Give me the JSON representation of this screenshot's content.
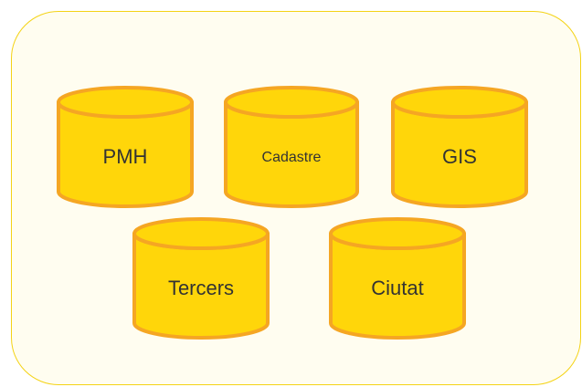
{
  "colors": {
    "panel_background": "#fffdf0",
    "panel_border": "#f4d316",
    "cylinder_fill": "#ffd60a",
    "cylinder_stroke": "#f5a623",
    "label_text": "#333333"
  },
  "databases": [
    {
      "id": "pmh",
      "label": "PMH"
    },
    {
      "id": "cadastre",
      "label": "Cadastre"
    },
    {
      "id": "gis",
      "label": "GIS"
    },
    {
      "id": "tercers",
      "label": "Tercers"
    },
    {
      "id": "ciutat",
      "label": "Ciutat"
    }
  ]
}
